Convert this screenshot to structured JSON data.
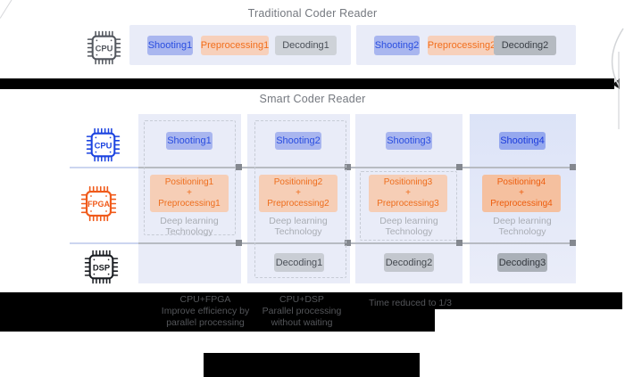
{
  "traditional": {
    "title": "Traditional Coder Reader",
    "icon": "CPU",
    "groups": [
      {
        "shooting": "Shooting1",
        "preprocessing": "Preprocessing1",
        "decoding": "Decoding1"
      },
      {
        "shooting": "Shooting2",
        "preprocessing": "Preprocessing2",
        "decoding": "Decoding2"
      }
    ]
  },
  "smart": {
    "title": "Smart Coder Reader",
    "icons": {
      "cpu": "CPU",
      "fpga": "FPGA",
      "dsp": "DSP"
    },
    "columns": [
      {
        "shooting": "Shooting1",
        "positioning": "Positioning1",
        "plus": "+",
        "preprocessing": "Preprocessing1",
        "deep_line1": "Deep learning",
        "deep_line2": "Technology"
      },
      {
        "shooting": "Shooting2",
        "positioning": "Positioning2",
        "plus": "+",
        "preprocessing": "Preprocessing2",
        "deep_line1": "Deep learning",
        "deep_line2": "Technology",
        "decoding": "Decoding1"
      },
      {
        "shooting": "Shooting3",
        "positioning": "Positioning3",
        "plus": "+",
        "preprocessing": "Preprocessing3",
        "deep_line1": "Deep learning",
        "deep_line2": "Technology",
        "decoding": "Decoding2"
      },
      {
        "shooting": "Shooting4",
        "positioning": "Positioning4",
        "plus": "+",
        "preprocessing": "Preprocessing4",
        "deep_line1": "Deep learning",
        "deep_line2": "Technology",
        "decoding": "Decoding3"
      }
    ]
  },
  "annotations": {
    "cpu_fpga": {
      "line1": "CPU+FPGA",
      "line2": "Improve efficiency by",
      "line3": "parallel processing"
    },
    "cpu_dsp": {
      "line1": "CPU+DSP",
      "line2": "Parallel processing",
      "line3": "without waiting"
    },
    "time_note": "Time reduced to 1/3"
  },
  "colors": {
    "shooting_accent": "#2b50e0",
    "preprocessing_accent": "#f26f1d",
    "cpu_smart_accent": "#1b43e0",
    "fpga_accent": "#f05a1a",
    "dsp_accent": "#1a1d22",
    "panel_bg": "#e9ecf8",
    "bar_black": "#000000"
  }
}
